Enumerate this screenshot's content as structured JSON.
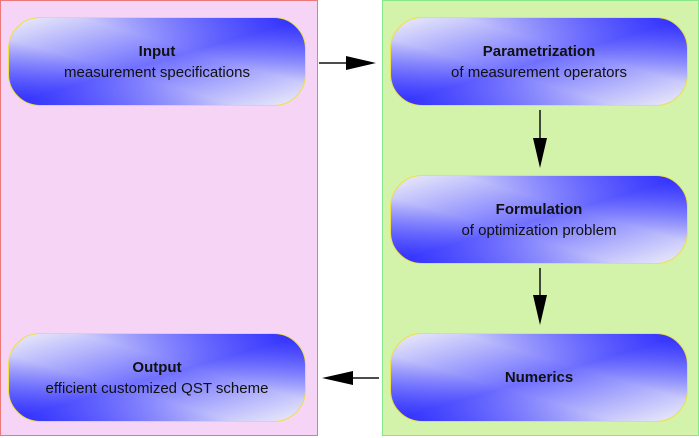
{
  "boxes": {
    "input": {
      "title": "Input",
      "subtitle": "measurement specifications"
    },
    "parametrization": {
      "title": "Parametrization",
      "subtitle": "of measurement operators"
    },
    "formulation": {
      "title": "Formulation",
      "subtitle": "of optimization problem"
    },
    "numerics": {
      "title": "Numerics"
    },
    "output": {
      "title": "Output",
      "subtitle": "efficient customized QST scheme"
    }
  },
  "colors": {
    "left_panel": "#f5d4f6",
    "right_panel": "#d3f3ab",
    "box_blue": "#1414ff",
    "box_border": "#f0e040"
  }
}
